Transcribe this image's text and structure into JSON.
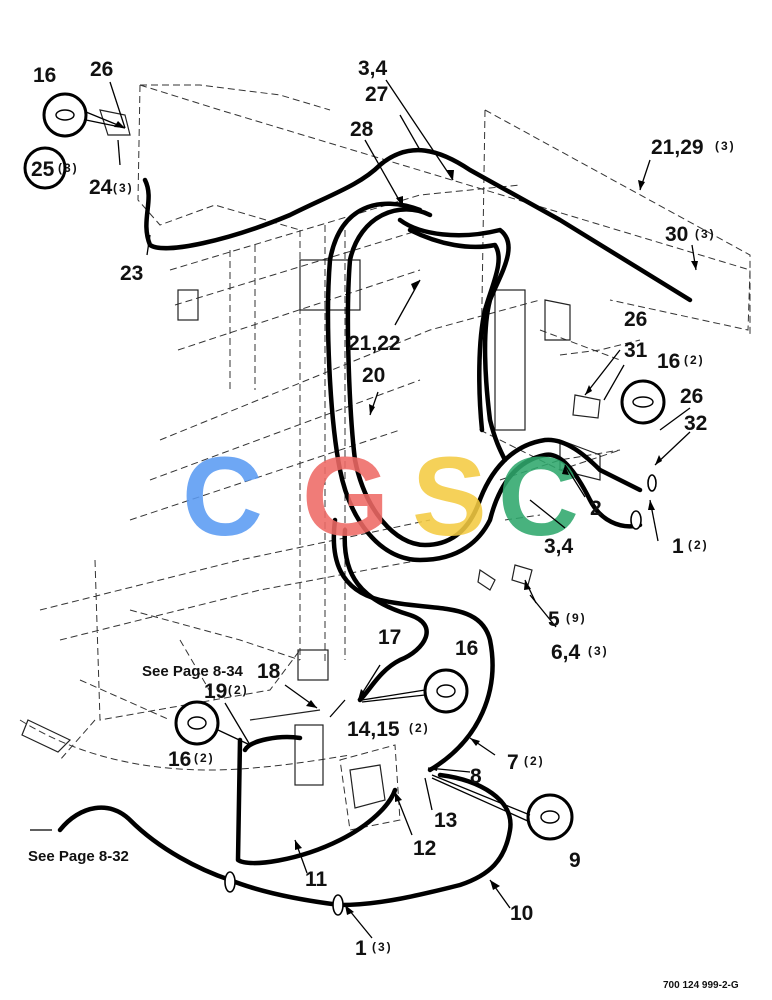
{
  "watermark": {
    "letters": [
      "C",
      "G",
      "S",
      "C"
    ],
    "colors": [
      "#5b9bf3",
      "#ef6a66",
      "#f4cb43",
      "#2fa86d"
    ]
  },
  "callouts": {
    "c16_top": "16",
    "c26_top": "26",
    "c25": "25",
    "c25_q": "(3)",
    "c24": "24",
    "c24_q": "(3)",
    "c23": "23",
    "c34_top": "3,4",
    "c27": "27",
    "c28": "28",
    "c21_29": "21,29",
    "c21_29_q": "(3)",
    "c30": "30",
    "c30_q": "(3)",
    "c21_22": "21,22",
    "c20": "20",
    "c26_mid": "26",
    "c31": "31",
    "c16_right": "16",
    "c16_right_q": "(2)",
    "c26_right": "26",
    "c32": "32",
    "c2": "2",
    "c34_mid": "3,4",
    "c1_right": "1",
    "c1_right_q": "(2)",
    "c5": "5",
    "c5_q": "(9)",
    "c6_4": "6,4",
    "c6_4_q": "(3)",
    "c17": "17",
    "c16_center": "16",
    "c18": "18",
    "c19": "19",
    "c19_q": "(2)",
    "c14_15": "14,15",
    "c14_15_q": "(2)",
    "c16_left": "16",
    "c16_left_q": "(2)",
    "c7": "7",
    "c7_q": "(2)",
    "c8": "8",
    "c13": "13",
    "c12": "12",
    "c9": "9",
    "c11": "11",
    "c10": "10",
    "c1_bottom": "1",
    "c1_bottom_q": "(3)"
  },
  "notes": {
    "see_page_834": "See Page 8-34",
    "see_page_832": "See Page 8-32",
    "figure_number": "700 124 999-2-G"
  }
}
